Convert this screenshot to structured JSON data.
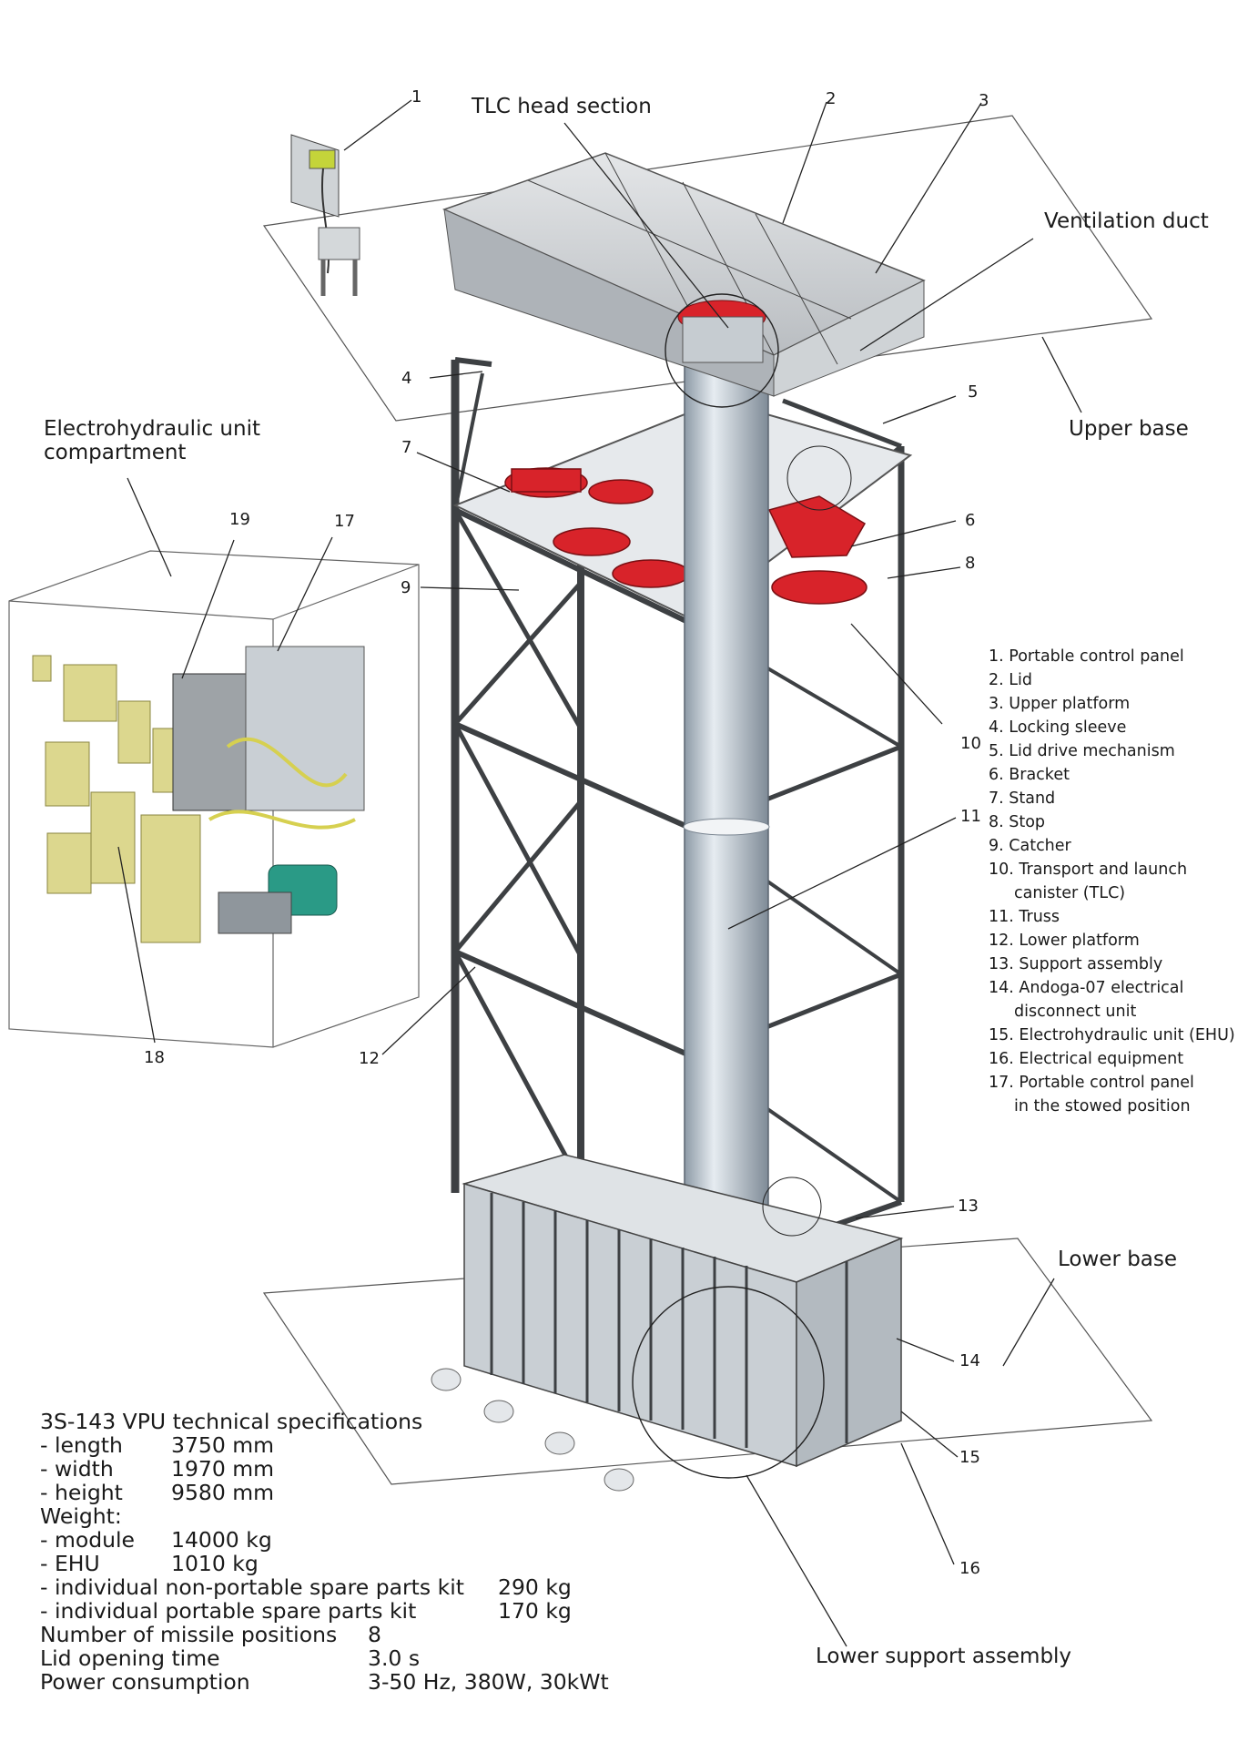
{
  "callouts": {
    "tlc_head": "TLC head section",
    "ventilation": "Ventilation duct",
    "upper_base": "Upper base",
    "lower_base": "Lower base",
    "lower_support": "Lower support assembly",
    "ehu_compartment_line1": "Electrohydraulic unit",
    "ehu_compartment_line2": "compartment"
  },
  "numbers": {
    "n1": "1",
    "n2": "2",
    "n3": "3",
    "n4": "4",
    "n5": "5",
    "n6": "6",
    "n7": "7",
    "n8": "8",
    "n9": "9",
    "n10": "10",
    "n11": "11",
    "n12": "12",
    "n13": "13",
    "n14": "14",
    "n15": "15",
    "n16": "16",
    "n17": "17",
    "n18": "18",
    "n19": "19"
  },
  "legend": [
    {
      "text": "1. Portable control panel"
    },
    {
      "text": "2. Lid"
    },
    {
      "text": "3. Upper platform"
    },
    {
      "text": "4. Locking sleeve"
    },
    {
      "text": "5. Lid drive mechanism"
    },
    {
      "text": "6. Bracket"
    },
    {
      "text": "7. Stand"
    },
    {
      "text": "8. Stop"
    },
    {
      "text": "9. Catcher"
    },
    {
      "text": "10. Transport and launch",
      "cont": "canister (TLC)"
    },
    {
      "text": "11. Truss"
    },
    {
      "text": "12. Lower platform"
    },
    {
      "text": "13. Support assembly"
    },
    {
      "text": "14. Andoga-07 electrical",
      "cont": "disconnect unit"
    },
    {
      "text": "15. Electrohydraulic unit (EHU)"
    },
    {
      "text": "16. Electrical equipment"
    },
    {
      "text": "17. Portable control panel",
      "cont": "in the stowed position"
    }
  ],
  "specs": {
    "title": "3S-143 VPU technical specifications",
    "length_k": "- length",
    "length_v": "3750 mm",
    "width_k": "- width",
    "width_v": "1970 mm",
    "height_k": "- height",
    "height_v": "9580 mm",
    "weight": "Weight:",
    "module_k": "- module",
    "module_v": "14000 kg",
    "ehu_k": "- EHU",
    "ehu_v": "1010 kg",
    "nonportable_k": "- individual non-portable spare parts kit",
    "nonportable_v": "290 kg",
    "portable_k": "- individual portable spare parts kit",
    "portable_v": "170 kg",
    "missiles_k": "Number of missile positions",
    "missiles_v": "8",
    "lid_k": "Lid opening time",
    "lid_v": "3.0 s",
    "power_k": "Power consumption",
    "power_v": "3-50 Hz, 380W, 30kWt"
  },
  "colors": {
    "frame": "#3d4043",
    "steel": "#c9cfd4",
    "tube": "#b8c4cf",
    "red": "#d8232a",
    "yellow_panel": "#dcd78e",
    "teal_motor": "#2a9a86",
    "line": "#222222"
  }
}
